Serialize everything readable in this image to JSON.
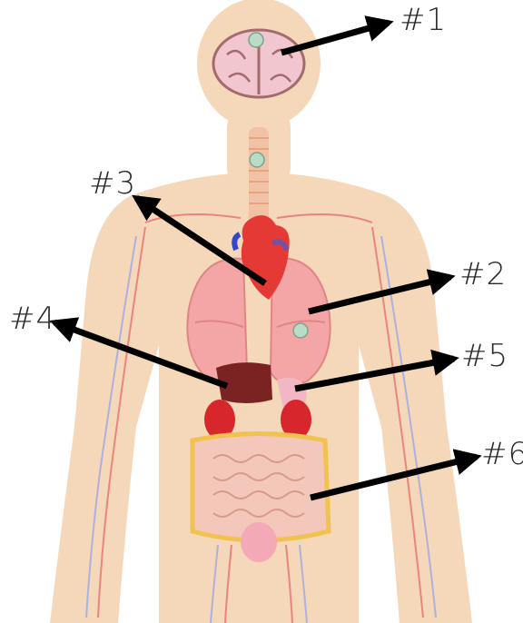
{
  "labels": {
    "n1": "#1",
    "n2": "#2",
    "n3": "#3",
    "n4": "#4",
    "n5": "#5",
    "n6": "#6"
  },
  "colors": {
    "skin": "#f5d7b9",
    "lung": "#f4a6a6",
    "heart": "#e53935",
    "kidney": "#d7262c",
    "intestine": "#f3c7b9",
    "arrow": "#000000",
    "marker": "#b8dcc6"
  }
}
